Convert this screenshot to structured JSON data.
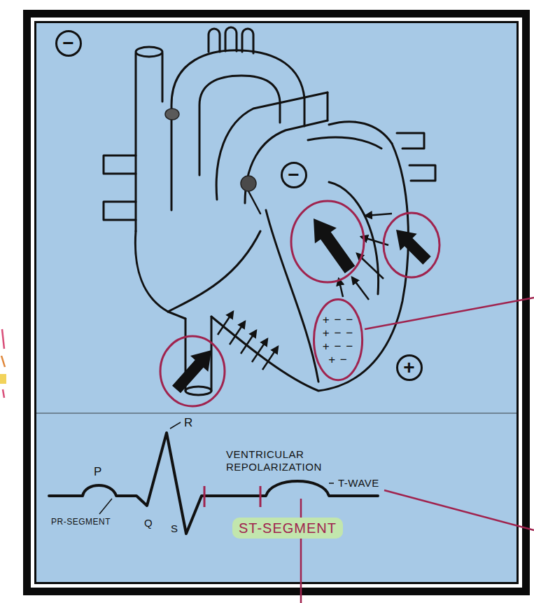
{
  "diagram": {
    "nodes": [
      {
        "text": [
          "−"
        ]
      },
      {
        "text": [
          "−"
        ]
      },
      {
        "text": [
          "+ − −",
          "+ − −",
          "+ − −",
          "+ −"
        ]
      },
      {
        "text": [
          "+"
        ]
      },
      {
        "text": [
          "ST-SEGMENT"
        ]
      }
    ],
    "labels": [
      "P",
      "R",
      "VENTRICULAR REPOLARIZATION",
      "T-WAVE",
      "PR-SEGMENT",
      "Q",
      "S"
    ]
  }
}
